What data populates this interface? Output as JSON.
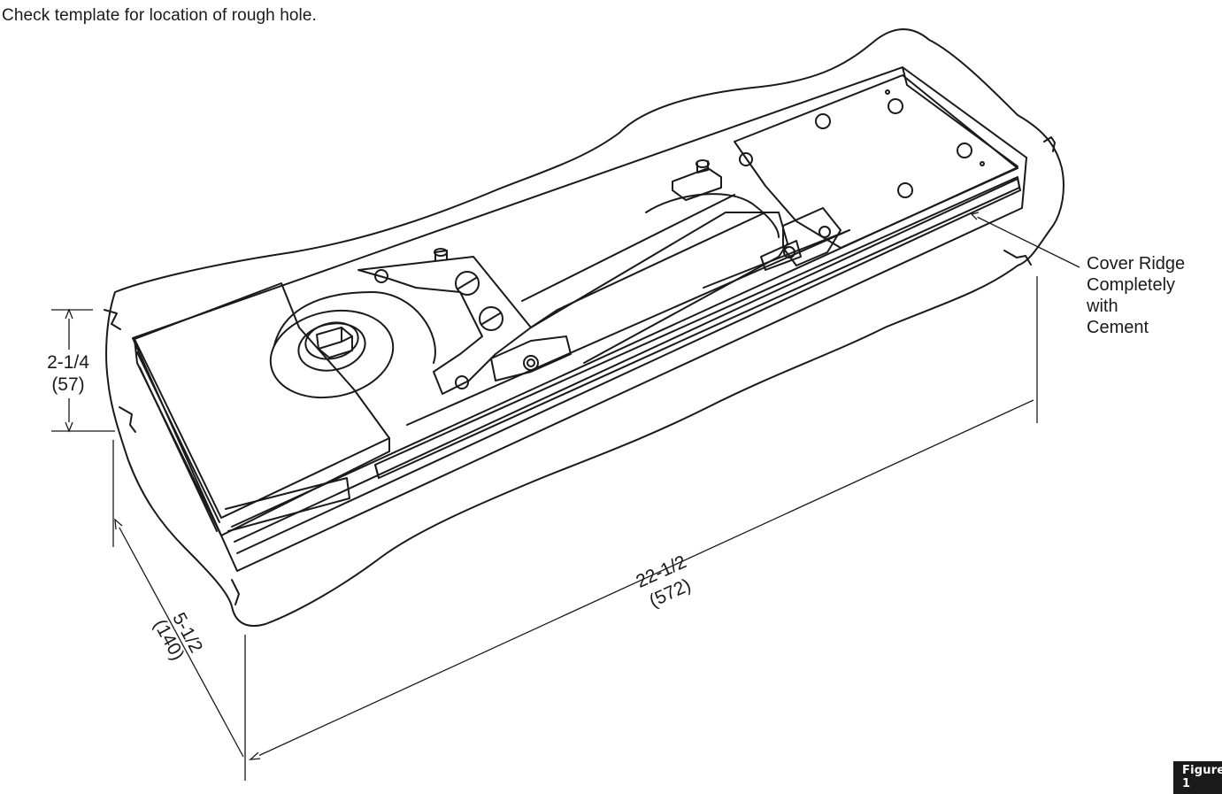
{
  "instruction_text": "Check template for location of rough hole.",
  "callout": {
    "text": "Cover Ridge\nCompletely\nwith\nCement"
  },
  "dimensions": {
    "height": {
      "imperial": "2-1/4",
      "metric": "(57)"
    },
    "length": {
      "imperial": "22-1/2",
      "metric": "(572)"
    },
    "width": {
      "imperial": "5-1/2",
      "metric": "(140)"
    }
  },
  "figure_label": "Figure 1"
}
